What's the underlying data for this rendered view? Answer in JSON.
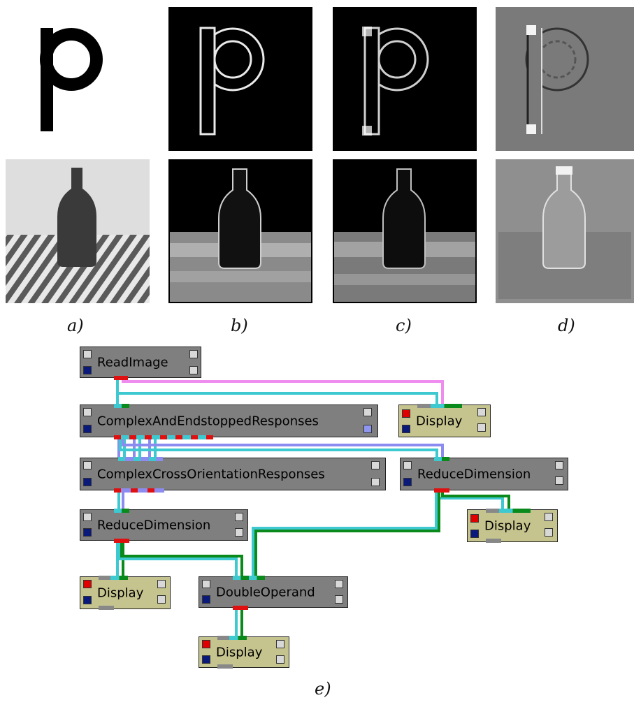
{
  "panel_captions": [
    "a)",
    "b)",
    "c)",
    "d)",
    "e)"
  ],
  "graph": {
    "nodes": {
      "read_image": "ReadImage",
      "complex_endstopped": "ComplexAndEndstoppedResponses",
      "complex_cross": "ComplexCrossOrientationResponses",
      "reduce_dimension_left": "ReduceDimension",
      "reduce_dimension_right": "ReduceDimension",
      "double_operand": "DoubleOperand",
      "display_top": "Display",
      "display_right": "Display",
      "display_left": "Display",
      "display_bottom": "Display"
    }
  },
  "colors": {
    "node_background": "#7f7f7f",
    "display_background": "#c6c48e",
    "wire_pink": "#f08cf0",
    "wire_cyan": "#3ec8d0",
    "wire_blue": "#8c8cf0",
    "wire_green": "#0a8a1a"
  }
}
